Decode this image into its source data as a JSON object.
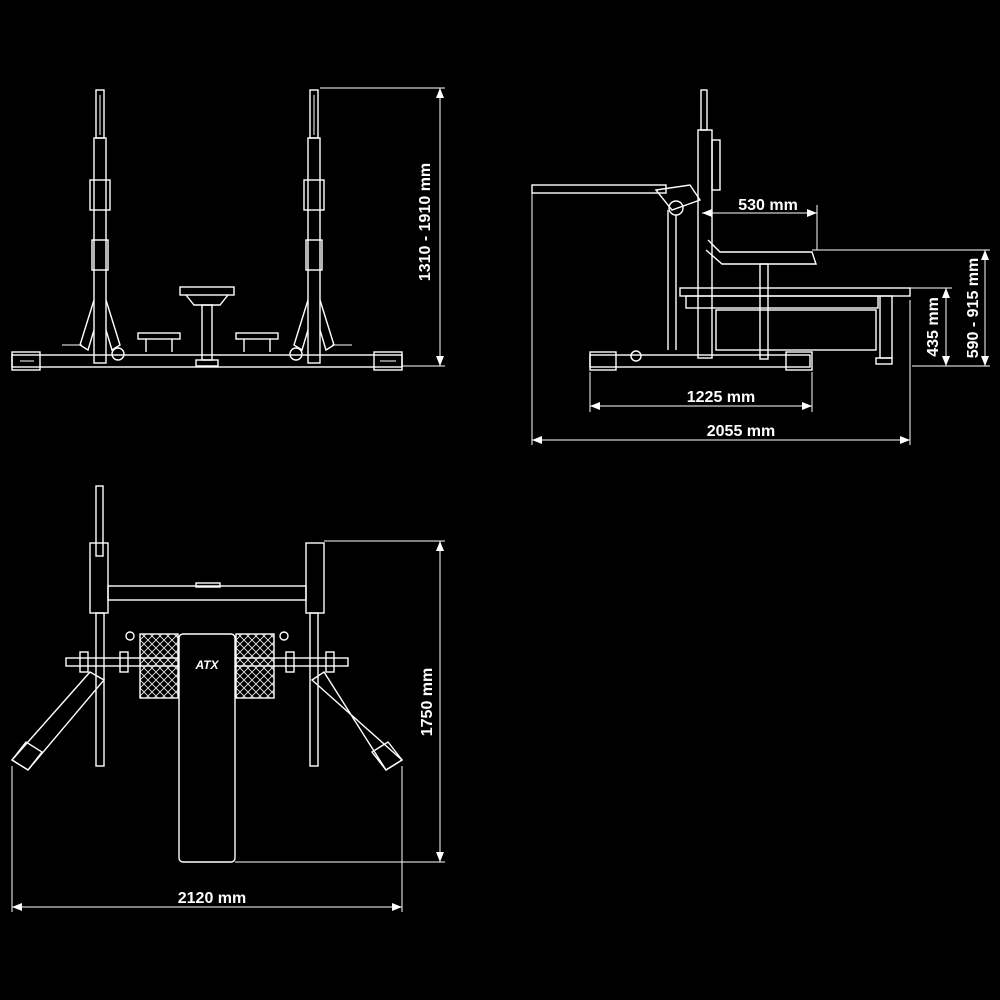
{
  "dimensions": {
    "front_height": "1310 - 1910 mm",
    "side_hook_depth": "530 mm",
    "side_seat_height": "590 - 915 mm",
    "side_bench_height": "435 mm",
    "side_base_length": "1225 mm",
    "side_total_length": "2055 mm",
    "top_depth": "1750 mm",
    "top_width": "2120 mm"
  },
  "bench": {
    "logo": "ATX"
  }
}
